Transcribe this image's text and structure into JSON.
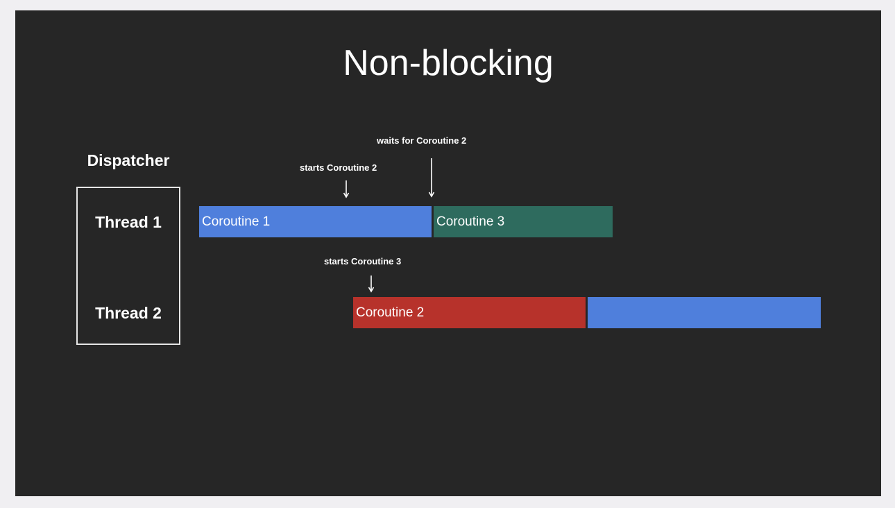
{
  "slide": {
    "title": "Non-blocking",
    "dispatcher_label": "Dispatcher",
    "threads": [
      {
        "label": "Thread 1"
      },
      {
        "label": "Thread 2"
      }
    ],
    "bars": {
      "thread1_first": {
        "label": "Coroutine 1",
        "color": "#4f7fdc"
      },
      "thread1_second": {
        "label": "Coroutine 3",
        "color": "#2e6b5e"
      },
      "thread2_first": {
        "label": "Coroutine 2",
        "color": "#b7322b"
      },
      "thread2_second": {
        "label": "",
        "color": "#4f7fdc"
      }
    },
    "annotations": {
      "waits_for": "waits for Coroutine 2",
      "starts_c2": "starts Coroutine 2",
      "starts_c3": "starts Coroutine 3"
    },
    "colors": {
      "background": "#262626",
      "text": "#ffffff",
      "box_border": "#e6e6e6"
    }
  }
}
